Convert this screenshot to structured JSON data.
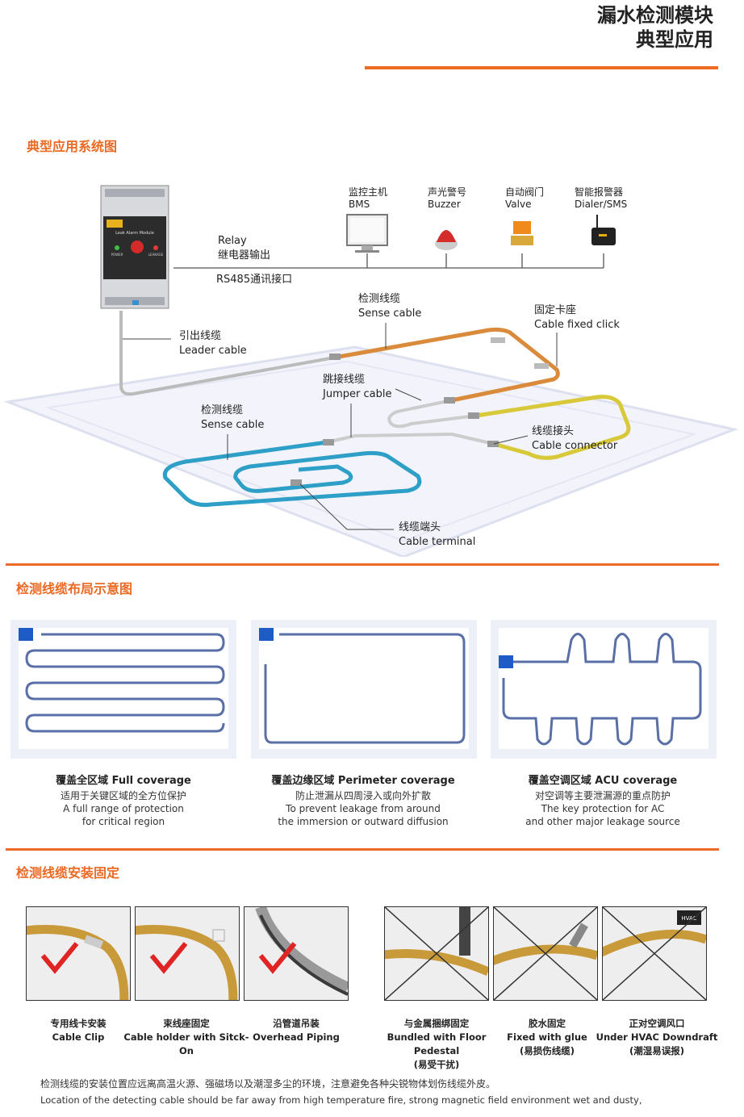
{
  "header": {
    "title1": "漏水检测模块",
    "title2": "典型应用"
  },
  "sections": {
    "system": "典型应用系统图",
    "layout": "检测线缆布局示意图",
    "install": "检测线缆安装固定"
  },
  "system_diagram": {
    "relay": "Relay",
    "relay_cn": "继电器输出",
    "rs485": "RS485通讯接口",
    "module_label": "Leak Alarm Module",
    "module_power": "POWER",
    "module_leakage": "LEAKAGE",
    "devices": [
      {
        "cn": "监控主机",
        "en": "BMS"
      },
      {
        "cn": "声光警号",
        "en": "Buzzer"
      },
      {
        "cn": "自动阀门",
        "en": "Valve"
      },
      {
        "cn": "智能报警器",
        "en": "Dialer/SMS"
      }
    ],
    "labels": {
      "sense_top_cn": "检测线缆",
      "sense_top_en": "Sense cable",
      "clip_cn": "固定卡座",
      "clip_en": "Cable fixed click",
      "leader_cn": "引出线缆",
      "leader_en": "Leader cable",
      "jumper_cn": "跳接线缆",
      "jumper_en": "Jumper cable",
      "sense_left_cn": "检测线缆",
      "sense_left_en": "Sense cable",
      "connector_cn": "线缆接头",
      "connector_en": "Cable connector",
      "terminal_cn": "线缆端头",
      "terminal_en": "Cable terminal"
    }
  },
  "layouts": [
    {
      "title": "覆盖全区域 Full coverage",
      "cn": "适用于关键区域的全方位保护",
      "en1": "A full range of protection",
      "en2": "for critical region"
    },
    {
      "title": "覆盖边缘区域 Perimeter coverage",
      "cn": "防止泄漏从四周浸入或向外扩散",
      "en1": "To prevent leakage from around",
      "en2": "the immersion or outward diffusion"
    },
    {
      "title": "覆盖空调区域 ACU coverage",
      "cn": "对空调等主要泄漏源的重点防护",
      "en1": "The key protection for AC",
      "en2": "and other major leakage source"
    }
  ],
  "install": [
    {
      "cn": "专用线卡安装",
      "en": "Cable  Clip",
      "note": "",
      "ok": true
    },
    {
      "cn": "束线座固定",
      "en": "Cable holder with Sitck-On",
      "note": "",
      "ok": true
    },
    {
      "cn": "沿管道吊装",
      "en": "Overhead Piping",
      "note": "",
      "ok": true
    },
    {
      "cn": "与金属捆绑固定",
      "en": "Bundled with Floor Pedestal",
      "note": "(易受干扰)",
      "ok": false
    },
    {
      "cn": "胶水固定",
      "en": "Fixed with glue",
      "note": "(易损伤线缆)",
      "ok": false
    },
    {
      "cn": "正对空调风口",
      "en": "Under HVAC Downdraft",
      "note": "(潮湿易误报)",
      "ok": false
    }
  ],
  "install_tag": "HVAC",
  "footer": {
    "cn": "检测线缆的安装位置应远离高温火源、强磁场以及潮湿多尘的环境，注意避免各种尖锐物体划伤线缆外皮。",
    "en": "Location of the detecting cable should be far away from high temperature fire, strong magnetic field environment wet and dusty,"
  },
  "colors": {
    "accent": "#ee6a25",
    "sense_blue": "#2e9fc6",
    "sense_orange": "#d98a3a",
    "sense_yellow": "#d8c93a",
    "layout_cable": "#5a6fa6"
  }
}
